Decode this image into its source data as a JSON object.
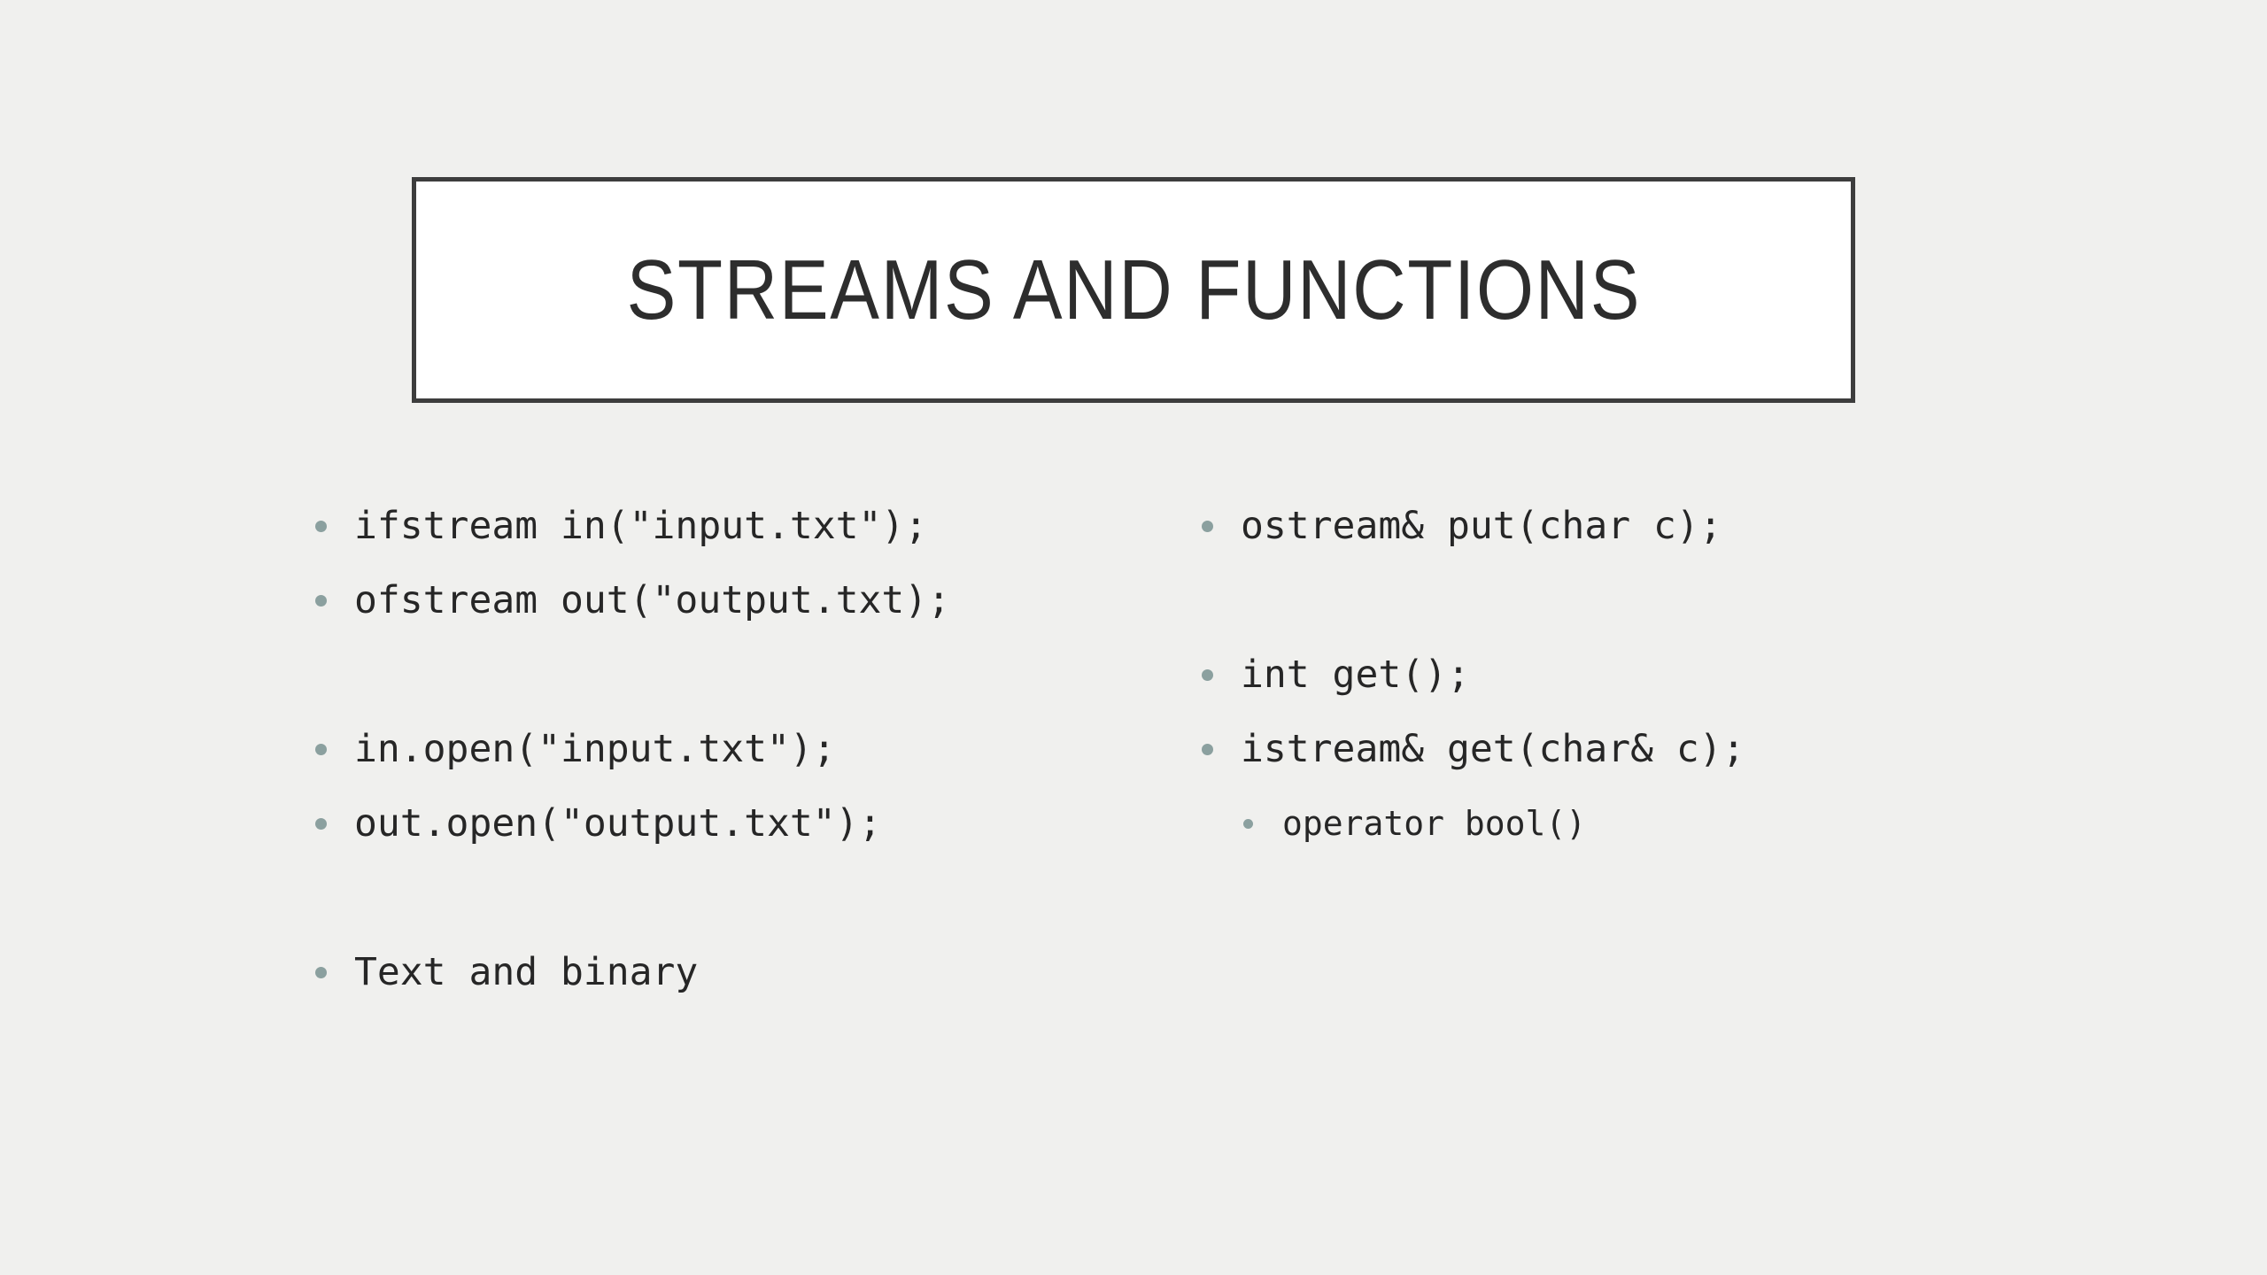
{
  "slide": {
    "title": "STREAMS AND FUNCTIONS"
  },
  "columns": {
    "left": {
      "items": [
        {
          "text": "ifstream in(\"input.txt\");"
        },
        {
          "text": "ofstream out(\"output.txt);"
        },
        {
          "text": ""
        },
        {
          "text": "in.open(\"input.txt\");"
        },
        {
          "text": "out.open(\"output.txt\");"
        },
        {
          "text": ""
        },
        {
          "text": "Text and binary"
        }
      ]
    },
    "right": {
      "items": [
        {
          "text": "ostream& put(char c);"
        },
        {
          "text": ""
        },
        {
          "text": "int get();"
        },
        {
          "text": "istream& get(char& c);"
        },
        {
          "text": "operator bool()",
          "level": 2
        }
      ]
    }
  },
  "colors": {
    "background": "#f0f0ee",
    "title_box_fill": "#ffffff",
    "title_box_border": "#3d3d3d",
    "text": "#262626",
    "bullet": "#8ba09f"
  }
}
